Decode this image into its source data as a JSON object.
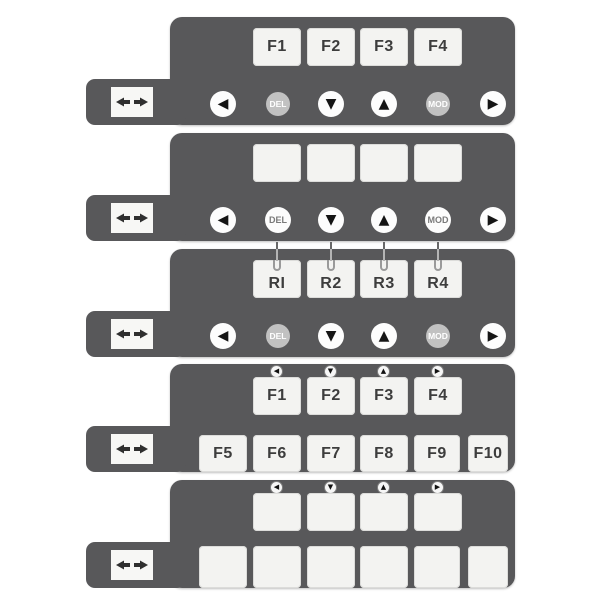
{
  "glyphs": {
    "left": "◀",
    "down": "▼",
    "up": "▲",
    "right": "▶"
  },
  "colors": {
    "panel": "#58585a",
    "key_bg": "#f3f3f1",
    "key_text": "#3d3d3d",
    "nav_dark_bg": "#c1c1c1",
    "nav_dark_text": "#ffffff",
    "nav_light_bg": "#fcfcfc",
    "nav_light_text": "#7a7a7a"
  },
  "tab": {
    "icon": "double-arrow"
  },
  "panels": [
    {
      "name": "overlay-1",
      "keys": [
        "F1",
        "F2",
        "F3",
        "F4"
      ],
      "del": "DEL",
      "mod": "MOD"
    },
    {
      "name": "overlay-2",
      "keys": [
        "",
        "",
        "",
        ""
      ],
      "del": "DEL",
      "mod": "MOD"
    },
    {
      "name": "overlay-3",
      "keys": [
        "RI",
        "R2",
        "R3",
        "R4"
      ],
      "del": "DEL",
      "mod": "MOD"
    },
    {
      "name": "overlay-4",
      "hint_arrows": [
        "left",
        "down",
        "up",
        "right"
      ],
      "keys": [
        "F1",
        "F2",
        "F3",
        "F4"
      ],
      "bottom_keys": [
        "F5",
        "F6",
        "F7",
        "F8",
        "F9",
        "F10"
      ]
    },
    {
      "name": "overlay-5",
      "hint_arrows": [
        "left",
        "down",
        "up",
        "right"
      ],
      "keys": [
        "",
        "",
        "",
        ""
      ],
      "bottom_keys": [
        "",
        "",
        "",
        "",
        "",
        ""
      ]
    }
  ]
}
